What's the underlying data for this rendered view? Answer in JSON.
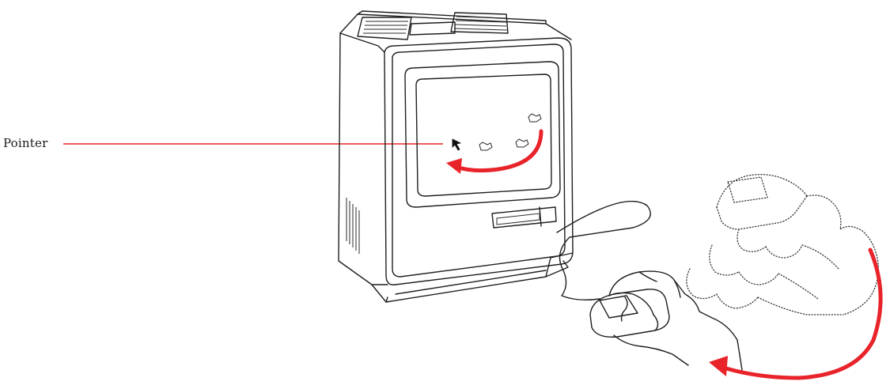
{
  "callout": {
    "label": "Pointer"
  },
  "colors": {
    "accent": "#e8232a",
    "ink": "#1f1f1f"
  },
  "icons": [
    "computer",
    "mouse",
    "arrow-pointer",
    "motion-arrow",
    "hand"
  ]
}
